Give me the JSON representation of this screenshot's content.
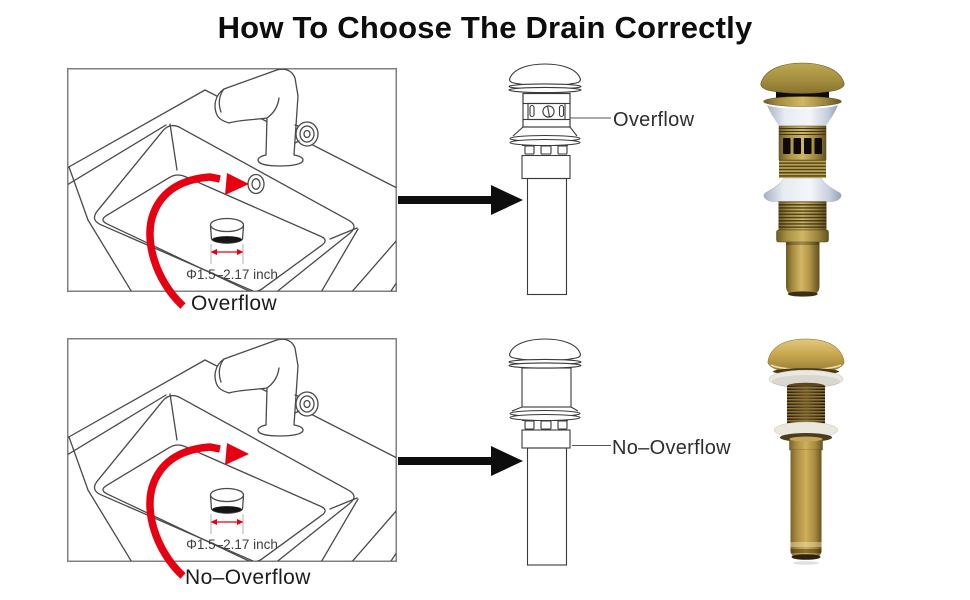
{
  "title": "How To Choose The Drain Correctly",
  "rows": [
    {
      "type": "overflow",
      "sink_label": "Overflow",
      "dim_label": "Φ1.5–2.17 inch",
      "drain_label": "Overflow"
    },
    {
      "type": "no-overflow",
      "sink_label": "No–Overflow",
      "dim_label": "Φ1.5–2.17 inch",
      "drain_label": "No–Overflow"
    }
  ],
  "colors": {
    "arrow_red": "#e60012",
    "line_gray": "#4a4a4a",
    "black": "#0d0d0d",
    "label_dark": "#1c1c1c",
    "dim_text": "#3f3f3f",
    "box_border": "#808080",
    "brass": "#b4964a",
    "bronze_dark": "#4f3d1d",
    "gasket_white": "#e9e7e0"
  },
  "icons": {
    "flow_arrow": "black-right-arrow",
    "point_arrow": "red-curved-arrow",
    "overflow_hole": "overflow-hole-ring",
    "stopper": "pop-up-stopper"
  }
}
